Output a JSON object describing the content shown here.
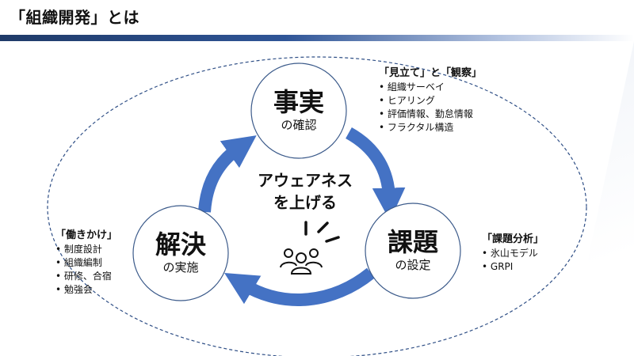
{
  "title": "「組織開発」とは",
  "cycle": {
    "top": {
      "main": "事実",
      "sub": "の確認"
    },
    "right": {
      "main": "課題",
      "sub": "の設定"
    },
    "left": {
      "main": "解決",
      "sub": "の実施"
    }
  },
  "center": {
    "line1": "アウェアネス",
    "line2": "を上げる"
  },
  "notes": {
    "observe": {
      "heading": "「見立て」と「観察」",
      "items": [
        "組織サーベイ",
        "ヒアリング",
        "評価情報、勤怠情報",
        "フラクタル構造"
      ]
    },
    "analysis": {
      "heading": "「課題分析」",
      "items": [
        "氷山モデル",
        "GRPI"
      ]
    },
    "action": {
      "heading": "「働きかけ」",
      "items": [
        "制度設計",
        "組織編制",
        "研修、合宿",
        "勉強会"
      ]
    }
  },
  "icons": {
    "people": "people-group-icon",
    "sparkle": "sparkle-lines-icon"
  },
  "colors": {
    "arrow": "#4472c4",
    "title_bar": "#1f3a68",
    "circle_stroke": "#3b5a8a",
    "dashed_ellipse": "#2f4f86"
  }
}
